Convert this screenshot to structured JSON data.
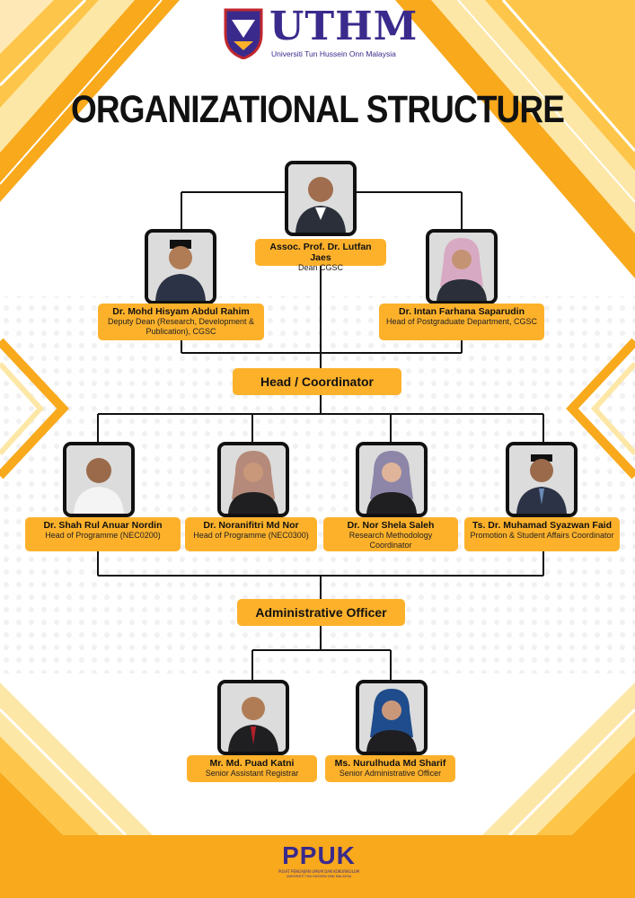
{
  "header": {
    "logo_text": "UTHM",
    "logo_subtitle": "Universiti Tun Hussein Onn Malaysia",
    "title": "ORGANIZATIONAL STRUCTURE"
  },
  "top": {
    "dean": {
      "name": "Assoc. Prof. Dr. Lutfan Jaes",
      "role": "Dean CGSC"
    },
    "deputy": {
      "name": "Dr. Mohd Hisyam Abdul Rahim",
      "role": "Deputy Dean (Research, Development & Publication), CGSC"
    },
    "head_pg": {
      "name": "Dr. Intan Farhana Saparudin",
      "role": "Head of Postgraduate Department, CGSC"
    }
  },
  "sections": {
    "coordinator": "Head / Coordinator",
    "admin": "Administrative Officer"
  },
  "coordinators": [
    {
      "name": "Dr. Shah Rul Anuar Nordin",
      "role": "Head of Programme (NEC0200)"
    },
    {
      "name": "Dr. Noranifitri Md Nor",
      "role": "Head of Programme (NEC0300)"
    },
    {
      "name": "Dr. Nor Shela Saleh",
      "role": "Research Methodology Coordinator"
    },
    {
      "name": "Ts. Dr. Muhamad Syazwan Faid",
      "role": "Promotion & Student Affairs Coordinator"
    }
  ],
  "admins": [
    {
      "name": "Mr. Md. Puad Katni",
      "role": "Senior Assistant Registrar"
    },
    {
      "name": "Ms. Nurulhuda Md Sharif",
      "role": "Senior Administrative Officer"
    }
  ],
  "footer": {
    "logo_text": "PPUK",
    "sub1": "PUSAT PENGAJIAN UMUM DAN KOKURIKULUM",
    "sub2": "UNIVERSITI TUN HUSSEIN ONN MALAYSIA"
  },
  "colors": {
    "accent": "#fdb12b",
    "brand": "#3a2a8c",
    "stripe": "#f8a91c"
  }
}
